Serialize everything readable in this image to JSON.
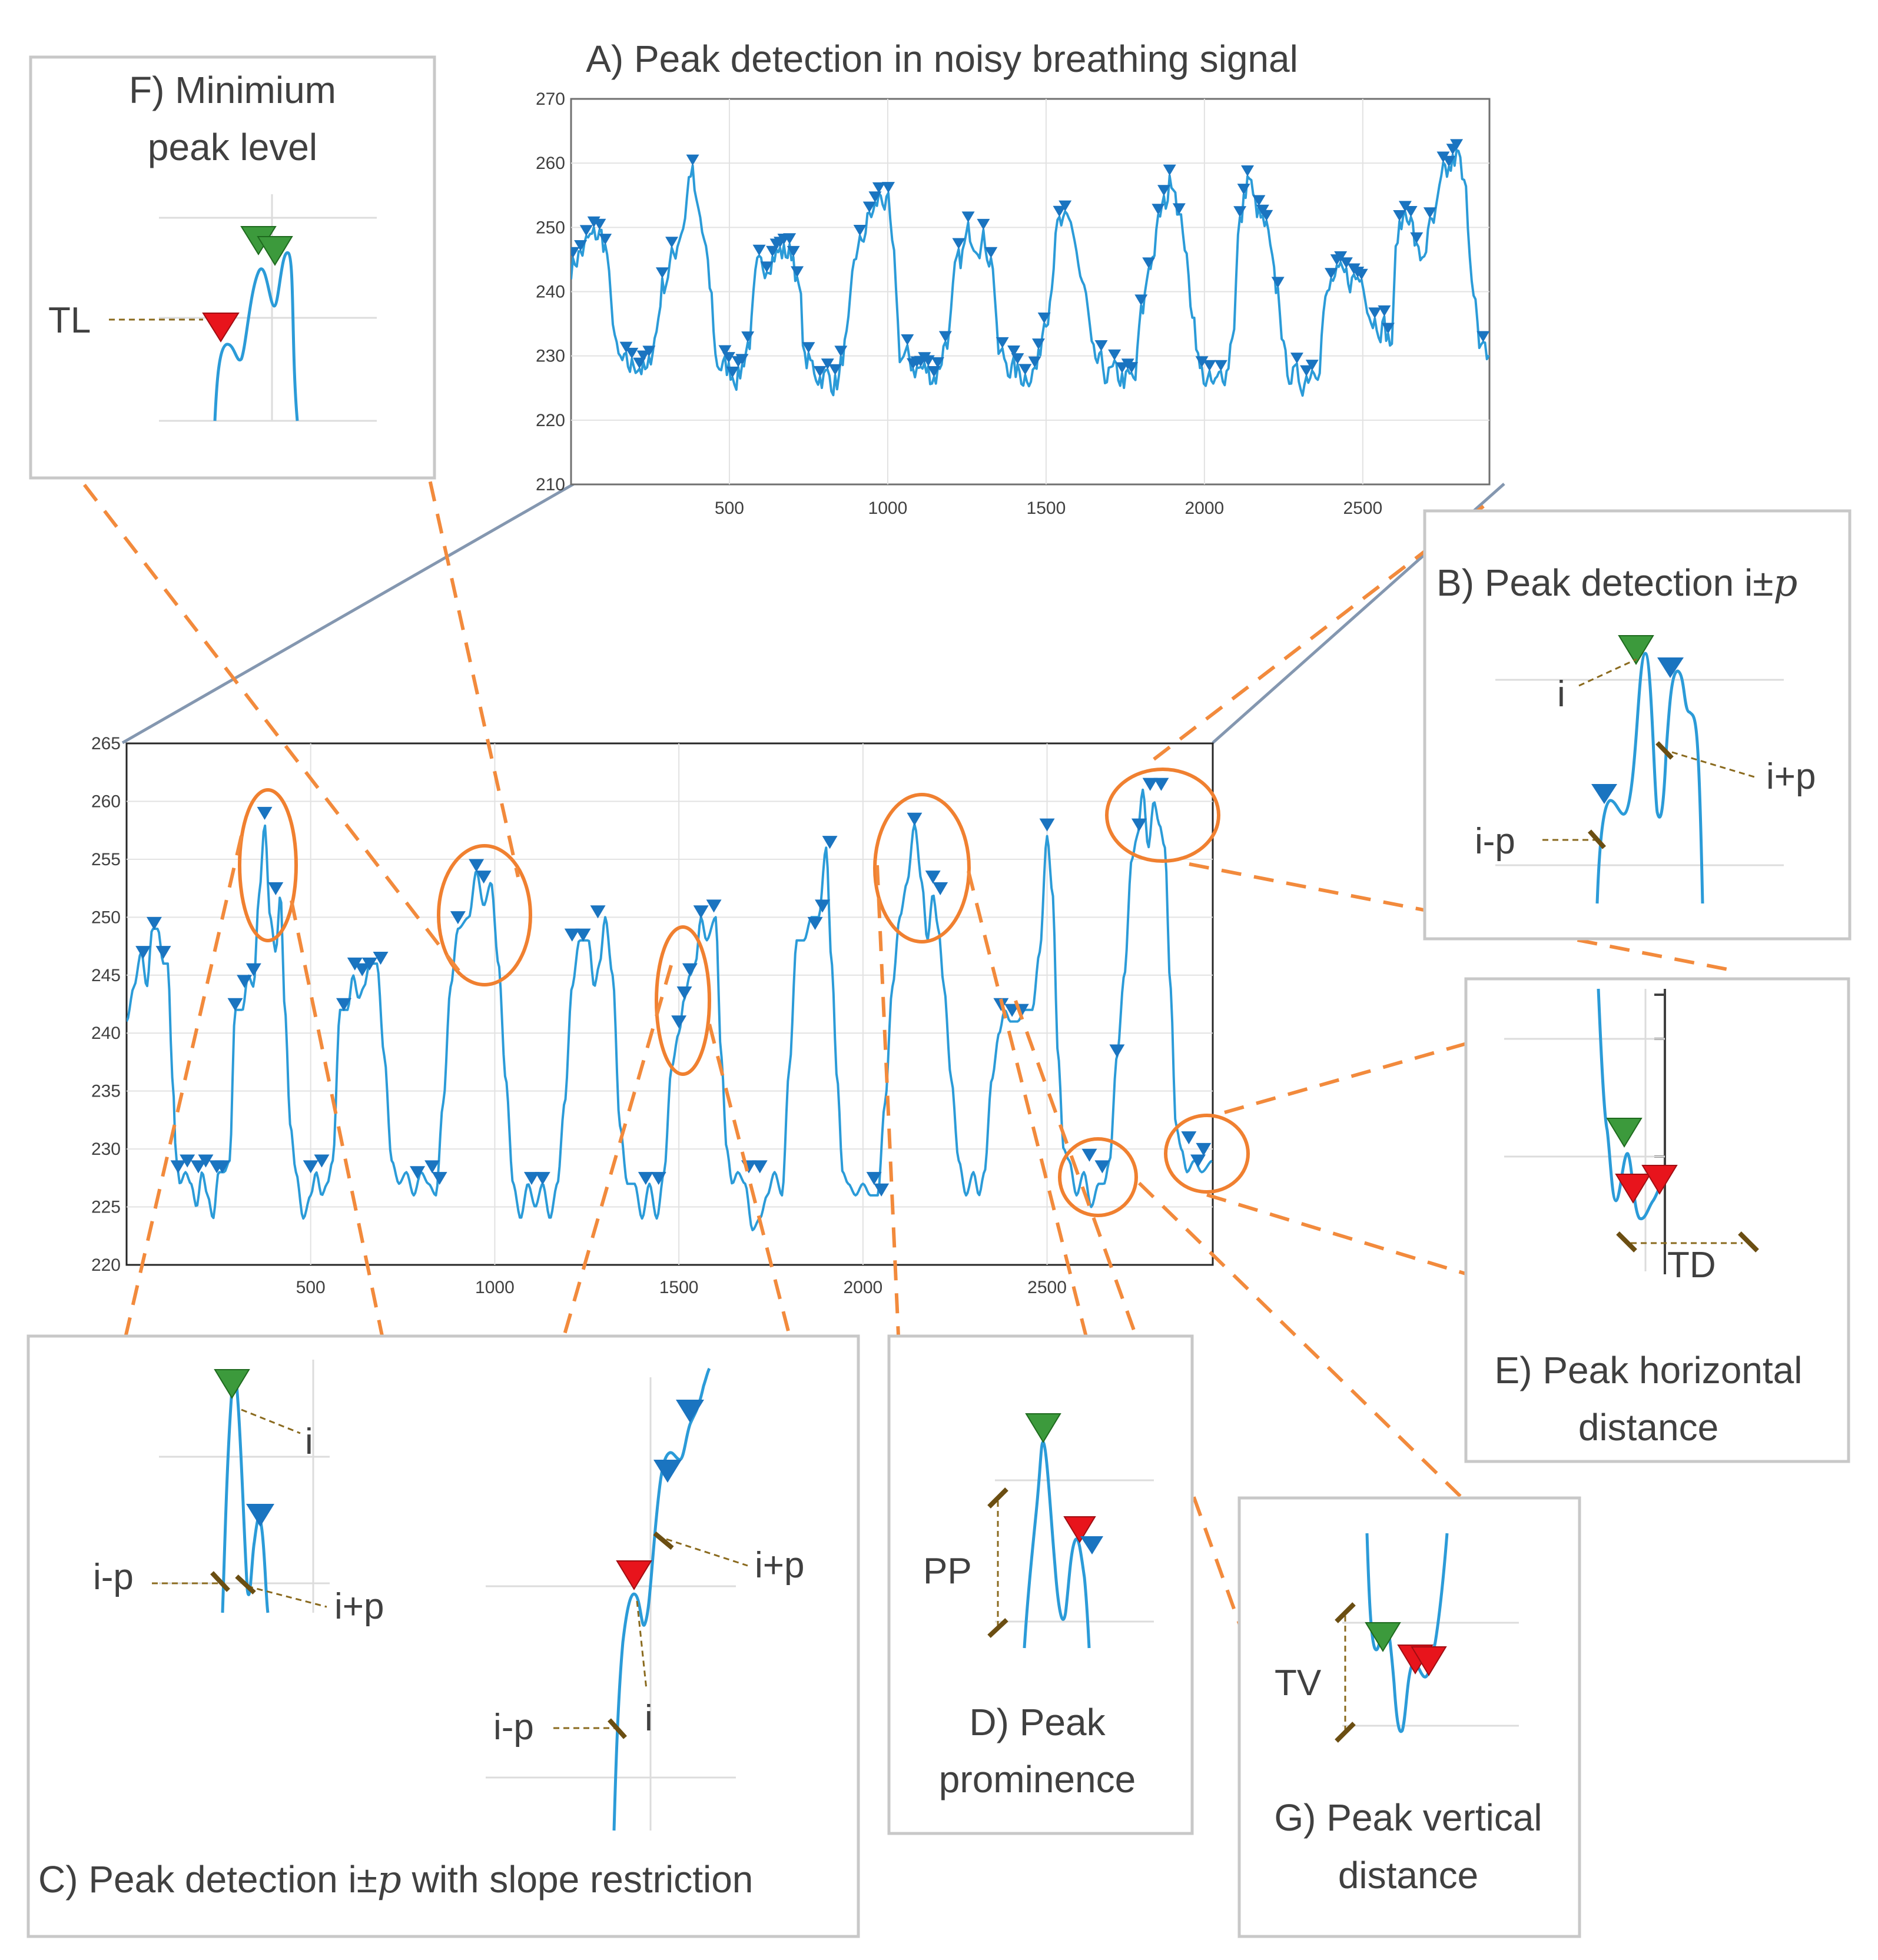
{
  "figure": {
    "panel_a_title": "A) Peak detection in noisy breathing signal",
    "panel_b_title": "B) Peak detection i±",
    "panel_b_title_italic": "p",
    "panel_c_title": "C) Peak detection i±",
    "panel_c_title_italic": "p",
    "panel_c_title_rest": " with slope restriction",
    "panel_d_title_line1": "D) Peak",
    "panel_d_title_line2": "prominence",
    "panel_e_title_line1": "E) Peak horizontal",
    "panel_e_title_line2": "distance",
    "panel_f_title_line1": "F) Minimium",
    "panel_f_title_line2": "peak level",
    "panel_g_title_line1": "G) Peak vertical",
    "panel_g_title_line2": "distance"
  },
  "annotations": {
    "tl": "TL",
    "i": "i",
    "i_plus_p": "i+p",
    "i_minus_p": "i-p",
    "pp": "PP",
    "td": "TD",
    "tv": "TV"
  },
  "colors": {
    "signal": "#2b9bd8",
    "peak_marker": "#1a74c0",
    "accepted_peak": "#3c9a3c",
    "rejected_peak": "#e8141c",
    "callout": "#f28a3c",
    "zoom_line": "#8497b0"
  },
  "chart_data": [
    {
      "id": "A",
      "type": "line",
      "title": "A) Peak detection in noisy breathing signal",
      "xlim": [
        0,
        2900
      ],
      "ylim": [
        210,
        270
      ],
      "x_ticks": [
        500,
        1000,
        1500,
        2000,
        2500
      ],
      "y_ticks": [
        210,
        220,
        230,
        240,
        250,
        260,
        270
      ],
      "grid": true,
      "signal_knots": [
        [
          0,
          244
        ],
        [
          30,
          246
        ],
        [
          60,
          248
        ],
        [
          90,
          249
        ],
        [
          110,
          247
        ],
        [
          130,
          236
        ],
        [
          150,
          229
        ],
        [
          180,
          228
        ],
        [
          210,
          229
        ],
        [
          240,
          227
        ],
        [
          265,
          233
        ],
        [
          290,
          241
        ],
        [
          320,
          245
        ],
        [
          350,
          250
        ],
        [
          380,
          259
        ],
        [
          400,
          252
        ],
        [
          420,
          248
        ],
        [
          440,
          240
        ],
        [
          460,
          229
        ],
        [
          490,
          228
        ],
        [
          530,
          227
        ],
        [
          560,
          232
        ],
        [
          590,
          243
        ],
        [
          640,
          246
        ],
        [
          700,
          246
        ],
        [
          720,
          240
        ],
        [
          740,
          229
        ],
        [
          790,
          227
        ],
        [
          840,
          226
        ],
        [
          870,
          232
        ],
        [
          900,
          246
        ],
        [
          950,
          252
        ],
        [
          980,
          255
        ],
        [
          1000,
          253
        ],
        [
          1020,
          244
        ],
        [
          1040,
          230
        ],
        [
          1100,
          228
        ],
        [
          1150,
          227
        ],
        [
          1190,
          233
        ],
        [
          1220,
          244
        ],
        [
          1260,
          249
        ],
        [
          1300,
          248
        ],
        [
          1330,
          245
        ],
        [
          1350,
          230
        ],
        [
          1420,
          227
        ],
        [
          1470,
          228
        ],
        [
          1500,
          237
        ],
        [
          1540,
          250
        ],
        [
          1580,
          250
        ],
        [
          1620,
          240
        ],
        [
          1650,
          229
        ],
        [
          1700,
          227
        ],
        [
          1780,
          226
        ],
        [
          1800,
          236
        ],
        [
          1830,
          245
        ],
        [
          1870,
          253
        ],
        [
          1900,
          258
        ],
        [
          1930,
          250
        ],
        [
          1960,
          238
        ],
        [
          1990,
          227
        ],
        [
          2030,
          225
        ],
        [
          2070,
          228
        ],
        [
          2090,
          234
        ],
        [
          2110,
          250
        ],
        [
          2140,
          258
        ],
        [
          2160,
          253
        ],
        [
          2190,
          250
        ],
        [
          2230,
          240
        ],
        [
          2260,
          228
        ],
        [
          2300,
          226
        ],
        [
          2360,
          229
        ],
        [
          2380,
          238
        ],
        [
          2410,
          242
        ],
        [
          2460,
          242
        ],
        [
          2500,
          242
        ],
        [
          2530,
          236
        ],
        [
          2560,
          235
        ],
        [
          2590,
          232
        ],
        [
          2610,
          249
        ],
        [
          2640,
          253
        ],
        [
          2680,
          245
        ],
        [
          2720,
          250
        ],
        [
          2760,
          258
        ],
        [
          2800,
          261
        ],
        [
          2820,
          256
        ],
        [
          2850,
          242
        ],
        [
          2870,
          230
        ],
        [
          2900,
          230
        ]
      ],
      "noise_amplitude": 2.6,
      "peak_markers": "dense"
    },
    {
      "id": "zoom",
      "type": "line",
      "xlim": [
        0,
        2950
      ],
      "ylim": [
        220,
        265
      ],
      "x_ticks": [
        500,
        1000,
        1500,
        2000,
        2500
      ],
      "y_ticks": [
        220,
        225,
        230,
        235,
        240,
        245,
        250,
        255,
        260,
        265
      ],
      "grid": true,
      "signal_knots": [
        [
          0,
          241
        ],
        [
          20,
          244
        ],
        [
          40,
          247
        ],
        [
          55,
          244
        ],
        [
          70,
          249
        ],
        [
          85,
          249
        ],
        [
          100,
          246
        ],
        [
          112,
          246
        ],
        [
          125,
          236
        ],
        [
          135,
          229
        ],
        [
          145,
          227
        ],
        [
          160,
          228
        ],
        [
          175,
          227
        ],
        [
          190,
          225
        ],
        [
          205,
          228
        ],
        [
          220,
          226
        ],
        [
          235,
          224
        ],
        [
          250,
          228
        ],
        [
          265,
          228
        ],
        [
          280,
          229
        ],
        [
          295,
          242
        ],
        [
          315,
          242
        ],
        [
          330,
          245
        ],
        [
          345,
          244
        ],
        [
          360,
          252
        ],
        [
          375,
          258
        ],
        [
          390,
          250
        ],
        [
          405,
          247
        ],
        [
          418,
          252
        ],
        [
          430,
          242
        ],
        [
          445,
          232
        ],
        [
          460,
          228
        ],
        [
          480,
          224
        ],
        [
          500,
          226
        ],
        [
          515,
          228
        ],
        [
          530,
          226
        ],
        [
          545,
          227
        ],
        [
          560,
          229
        ],
        [
          580,
          242
        ],
        [
          600,
          242
        ],
        [
          615,
          245
        ],
        [
          630,
          243
        ],
        [
          645,
          244
        ],
        [
          660,
          246
        ],
        [
          680,
          246
        ],
        [
          700,
          238
        ],
        [
          720,
          229
        ],
        [
          740,
          227
        ],
        [
          760,
          228
        ],
        [
          780,
          226
        ],
        [
          800,
          228
        ],
        [
          820,
          227
        ],
        [
          840,
          226
        ],
        [
          860,
          234
        ],
        [
          880,
          244
        ],
        [
          900,
          249
        ],
        [
          930,
          250
        ],
        [
          950,
          254
        ],
        [
          970,
          251
        ],
        [
          990,
          253
        ],
        [
          1010,
          246
        ],
        [
          1030,
          236
        ],
        [
          1050,
          227
        ],
        [
          1070,
          224
        ],
        [
          1090,
          227
        ],
        [
          1110,
          225
        ],
        [
          1130,
          227
        ],
        [
          1150,
          224
        ],
        [
          1170,
          227
        ],
        [
          1190,
          234
        ],
        [
          1210,
          244
        ],
        [
          1230,
          248
        ],
        [
          1255,
          248
        ],
        [
          1270,
          244
        ],
        [
          1285,
          246
        ],
        [
          1300,
          250
        ],
        [
          1320,
          245
        ],
        [
          1340,
          232
        ],
        [
          1360,
          227
        ],
        [
          1380,
          227
        ],
        [
          1400,
          224
        ],
        [
          1420,
          227
        ],
        [
          1440,
          224
        ],
        [
          1460,
          228
        ],
        [
          1480,
          237
        ],
        [
          1500,
          240
        ],
        [
          1515,
          243
        ],
        [
          1530,
          245
        ],
        [
          1545,
          246
        ],
        [
          1560,
          250
        ],
        [
          1575,
          248
        ],
        [
          1600,
          250
        ],
        [
          1615,
          238
        ],
        [
          1630,
          230
        ],
        [
          1645,
          227
        ],
        [
          1660,
          228
        ],
        [
          1680,
          227
        ],
        [
          1700,
          223
        ],
        [
          1720,
          224
        ],
        [
          1740,
          226
        ],
        [
          1760,
          228
        ],
        [
          1780,
          226
        ],
        [
          1800,
          237
        ],
        [
          1820,
          248
        ],
        [
          1840,
          248
        ],
        [
          1860,
          250
        ],
        [
          1880,
          250
        ],
        [
          1900,
          256
        ],
        [
          1915,
          246
        ],
        [
          1930,
          236
        ],
        [
          1945,
          228
        ],
        [
          1960,
          227
        ],
        [
          1980,
          226
        ],
        [
          2000,
          227
        ],
        [
          2020,
          226
        ],
        [
          2040,
          226
        ],
        [
          2060,
          234
        ],
        [
          2080,
          244
        ],
        [
          2100,
          250
        ],
        [
          2120,
          253
        ],
        [
          2140,
          258
        ],
        [
          2160,
          253
        ],
        [
          2175,
          248
        ],
        [
          2190,
          252
        ],
        [
          2205,
          249
        ],
        [
          2220,
          244
        ],
        [
          2240,
          236
        ],
        [
          2260,
          229
        ],
        [
          2280,
          226
        ],
        [
          2300,
          228
        ],
        [
          2315,
          226
        ],
        [
          2330,
          228
        ],
        [
          2350,
          236
        ],
        [
          2370,
          240
        ],
        [
          2385,
          242
        ],
        [
          2400,
          241
        ],
        [
          2420,
          241
        ],
        [
          2440,
          242
        ],
        [
          2460,
          242
        ],
        [
          2480,
          247
        ],
        [
          2500,
          257
        ],
        [
          2515,
          252
        ],
        [
          2530,
          238
        ],
        [
          2545,
          230
        ],
        [
          2560,
          229
        ],
        [
          2580,
          226
        ],
        [
          2600,
          228
        ],
        [
          2620,
          225
        ],
        [
          2640,
          227
        ],
        [
          2655,
          227
        ],
        [
          2670,
          229
        ],
        [
          2690,
          238
        ],
        [
          2710,
          245
        ],
        [
          2730,
          255
        ],
        [
          2745,
          257
        ],
        [
          2760,
          261
        ],
        [
          2775,
          256
        ],
        [
          2790,
          260
        ],
        [
          2805,
          258
        ],
        [
          2820,
          256
        ],
        [
          2835,
          244
        ],
        [
          2850,
          232
        ],
        [
          2865,
          230
        ],
        [
          2880,
          228
        ],
        [
          2900,
          229
        ],
        [
          2920,
          228
        ],
        [
          2950,
          229
        ]
      ],
      "peaks": [
        [
          45,
          246.5
        ],
        [
          75,
          249
        ],
        [
          100,
          246.5
        ],
        [
          140,
          228
        ],
        [
          165,
          228.5
        ],
        [
          195,
          228
        ],
        [
          215,
          228.5
        ],
        [
          245,
          228
        ],
        [
          260,
          228
        ],
        [
          295,
          242
        ],
        [
          320,
          244
        ],
        [
          345,
          245
        ],
        [
          375,
          258.5
        ],
        [
          405,
          252
        ],
        [
          500,
          228
        ],
        [
          530,
          228.5
        ],
        [
          590,
          242
        ],
        [
          620,
          245.5
        ],
        [
          640,
          245
        ],
        [
          660,
          245.5
        ],
        [
          690,
          246
        ],
        [
          790,
          227.5
        ],
        [
          830,
          228
        ],
        [
          850,
          227
        ],
        [
          900,
          249.5
        ],
        [
          950,
          254
        ],
        [
          970,
          253
        ],
        [
          1100,
          227
        ],
        [
          1130,
          227
        ],
        [
          1210,
          248
        ],
        [
          1240,
          248
        ],
        [
          1280,
          250
        ],
        [
          1410,
          227
        ],
        [
          1445,
          227
        ],
        [
          1500,
          240.5
        ],
        [
          1515,
          243
        ],
        [
          1530,
          245
        ],
        [
          1560,
          250
        ],
        [
          1595,
          250.5
        ],
        [
          1690,
          228
        ],
        [
          1720,
          228
        ],
        [
          1870,
          249
        ],
        [
          1890,
          250.5
        ],
        [
          1910,
          256
        ],
        [
          2030,
          227
        ],
        [
          2050,
          226
        ],
        [
          2140,
          258
        ],
        [
          2190,
          253
        ],
        [
          2210,
          252
        ],
        [
          2375,
          242
        ],
        [
          2405,
          241.5
        ],
        [
          2430,
          241.5
        ],
        [
          2500,
          257.5
        ],
        [
          2615,
          229
        ],
        [
          2650,
          228
        ],
        [
          2690,
          238
        ],
        [
          2750,
          257.5
        ],
        [
          2780,
          261
        ],
        [
          2810,
          261
        ],
        [
          2885,
          230.5
        ],
        [
          2910,
          228.5
        ],
        [
          2925,
          229.5
        ]
      ],
      "highlighted_regions": [
        "F",
        "B",
        "C-left",
        "C-right",
        "D",
        "E",
        "G"
      ]
    }
  ]
}
